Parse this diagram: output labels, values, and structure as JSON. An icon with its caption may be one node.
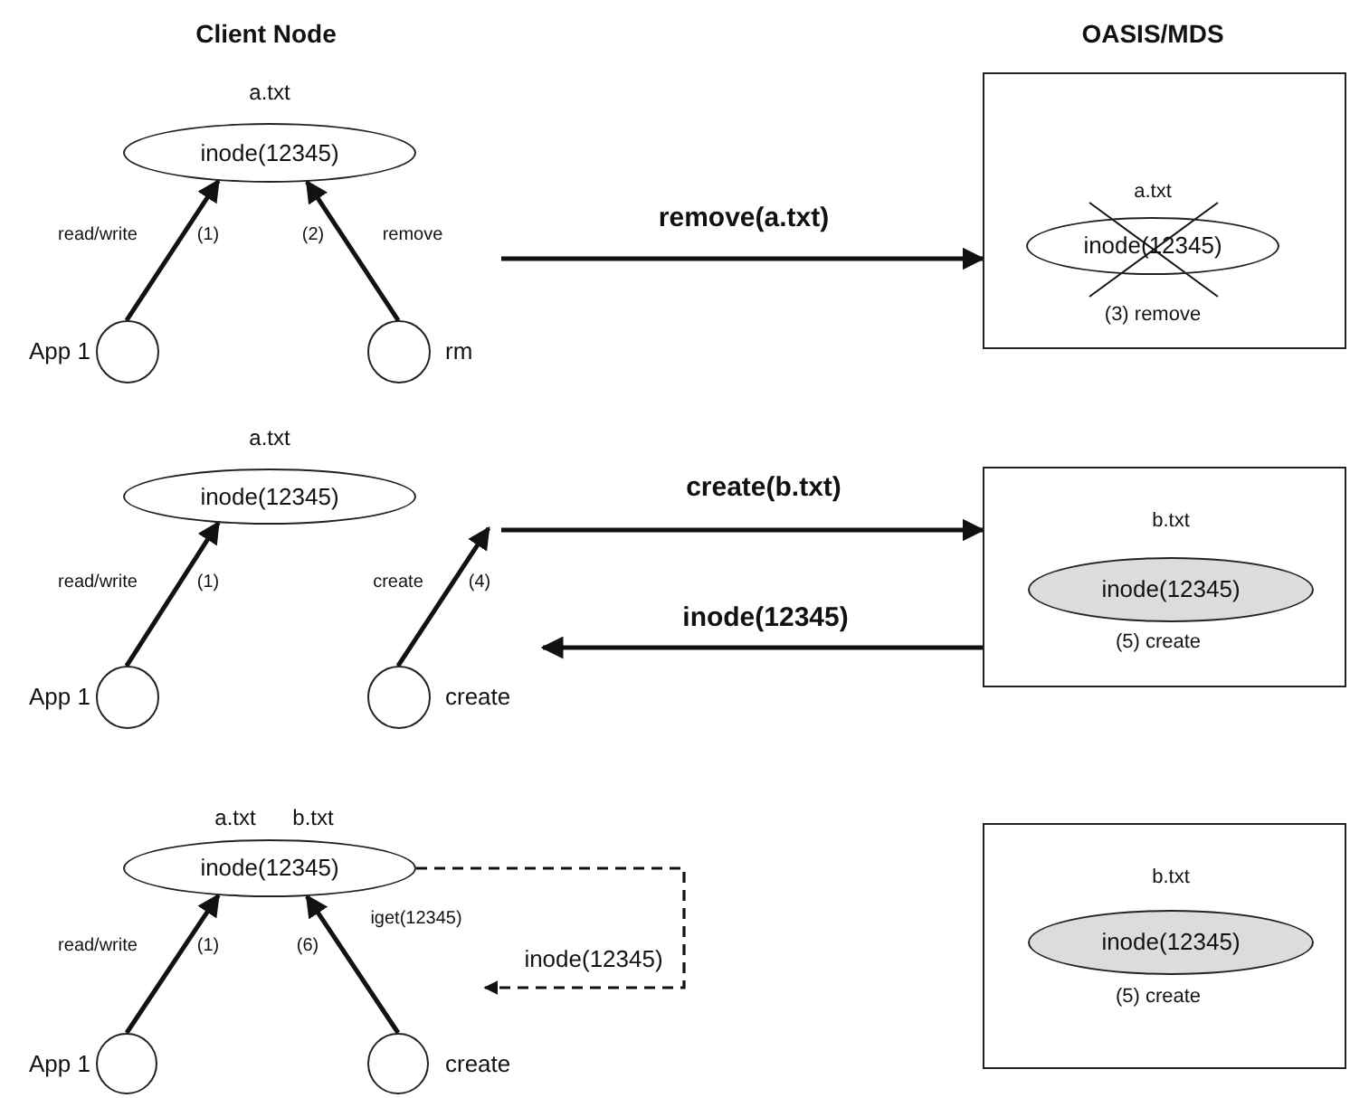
{
  "diagram": {
    "nodes": [
      {
        "text": [
          "inode(12345)"
        ],
        "beside": [
          "a.txt"
        ]
      },
      {
        "text": [],
        "shape": "circle",
        "beside": [
          "App 1"
        ]
      },
      {
        "text": [],
        "shape": "circle",
        "beside": [
          "rm"
        ]
      },
      {
        "text": [],
        "shape": "box"
      },
      {
        "text": [
          "inode(12345)"
        ],
        "in": 3,
        "beside": [
          "a.txt",
          "(3)  remove"
        ]
      },
      {
        "text": [
          "inode(12345)"
        ],
        "beside": [
          "a.txt"
        ]
      },
      {
        "text": [],
        "shape": "circle",
        "beside": [
          "App 1"
        ]
      },
      {
        "text": [],
        "shape": "circle",
        "beside": [
          "create"
        ]
      },
      {
        "text": [],
        "shape": "box"
      },
      {
        "text": [
          "inode(12345)"
        ],
        "in": 8,
        "beside": [
          "b.txt",
          "(5)  create"
        ]
      },
      {
        "text": [
          "inode(12345)"
        ],
        "beside": [
          "a.txt",
          "b.txt"
        ]
      },
      {
        "text": [],
        "shape": "circle",
        "beside": [
          "App 1"
        ]
      },
      {
        "text": [],
        "shape": "circle",
        "beside": [
          "create"
        ]
      },
      {
        "text": [],
        "shape": "box"
      },
      {
        "text": [
          "inode(12345)"
        ],
        "in": 13,
        "beside": [
          "b.txt",
          "(5)  create"
        ]
      }
    ],
    "edges": [
      {
        "from": 1,
        "to": 0,
        "arrow": "to",
        "label": "(1)"
      },
      {
        "from": 2,
        "to": 0,
        "arrow": "to",
        "label": "(2)"
      },
      {
        "from": null,
        "to": 3,
        "arrow": "to",
        "label": "remove(a.txt)"
      },
      {
        "from": 6,
        "to": 5,
        "arrow": "to",
        "label": "(1)"
      },
      {
        "from": 7,
        "to": null,
        "arrow": "to",
        "label": "(4)"
      },
      {
        "from": null,
        "to": 8,
        "arrow": "to",
        "label": "create(b.txt)"
      },
      {
        "from": 8,
        "to": null,
        "arrow": "to",
        "label": "inode(12345)"
      },
      {
        "from": 11,
        "to": 10,
        "arrow": "to",
        "label": "(1)"
      },
      {
        "from": 12,
        "to": 10,
        "arrow": "to",
        "label": "(6)"
      },
      {
        "from": 10,
        "to": null,
        "arrow": "to",
        "label": "inode(12345)",
        "style": "dashed"
      }
    ],
    "labels": [
      "Client Node",
      "OASIS/MDS",
      "read/write",
      "remove",
      "read/write",
      "create",
      "read/write",
      "iget(12345)"
    ]
  }
}
